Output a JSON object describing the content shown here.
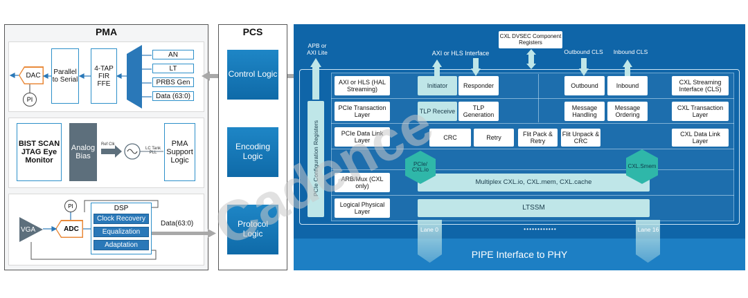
{
  "pma": {
    "title": "PMA",
    "tx": {
      "dac": "DAC",
      "pi": "PI",
      "pts": "Parallel to Serial",
      "fir": "4-TAP FIR FFE",
      "an": "AN",
      "lt": "LT",
      "prbs": "PRBS Gen",
      "data": "Data (63:0)"
    },
    "mid": {
      "bist": "BIST SCAN JTAG Eye Monitor",
      "analog": "Analog Bias",
      "refclk": "Ref Clk",
      "lctank": "LC Tank PLL",
      "support": "PMA Support Logic"
    },
    "rx": {
      "pi": "PI",
      "vga": "VGA",
      "adc": "ADC",
      "dsp": "DSP",
      "clock": "Clock Recovery",
      "eq": "Equalization",
      "adapt": "Adaptation",
      "data": "Data(63:0)"
    }
  },
  "pcs": {
    "title": "PCS",
    "control": "Control Logic",
    "encoding": "Encoding Logic",
    "protocol": "Protocol Logic"
  },
  "cxl": {
    "apb": "APB or AXI Lite",
    "axi_if": "AXI or HLS Interface",
    "dvsec": "CXL DVSEC Component Registers",
    "outbound_cls": "Outbound CLS",
    "inbound_cls": "Inbound CLS",
    "config_regs": "PCIe Configuration Registers",
    "row_axi": "AXI or HLS (HAL Streaming)",
    "initiator": "Initiator",
    "responder": "Responder",
    "outbound": "Outbound",
    "inbound": "Inbound",
    "cxl_stream": "CXL Streaming Interface (CLS)",
    "pcie_tl": "PCIe Transaction Layer",
    "tlp_rx": "TLP Receive",
    "tlp_gen": "TLP Generation",
    "msg_handle": "Message Handling",
    "msg_order": "Message Ordering",
    "cxl_tl": "CXL Transaction Layer",
    "pcie_dll": "PCIe Data Link Layer",
    "crc": "CRC",
    "retry": "Retry",
    "flit_pack": "Flit Pack & Retry",
    "flit_unpack": "Flit Unpack & CRC",
    "cxl_dll": "CXL Data Link Layer",
    "pcie_cxlio": "PCIe/ CXL.io",
    "cxl_smem": "CXL.Smem",
    "arb": "ARB/Mux (CXL only)",
    "multiplex": "Multiplex CXL.io, CXL.mem, CXL.cache",
    "logical": "Logical Physical Layer",
    "ltssm": "LTSSM",
    "lane0": "Lane 0",
    "dots": "••••••••••••",
    "lane16": "Lane 16",
    "pipe": "PIPE Interface to PHY"
  },
  "watermark": "Cadence",
  "colors": {
    "blue_bg": "#0f65a8",
    "teal_cell": "#bfe6e8",
    "accent": "#2a78b8"
  }
}
